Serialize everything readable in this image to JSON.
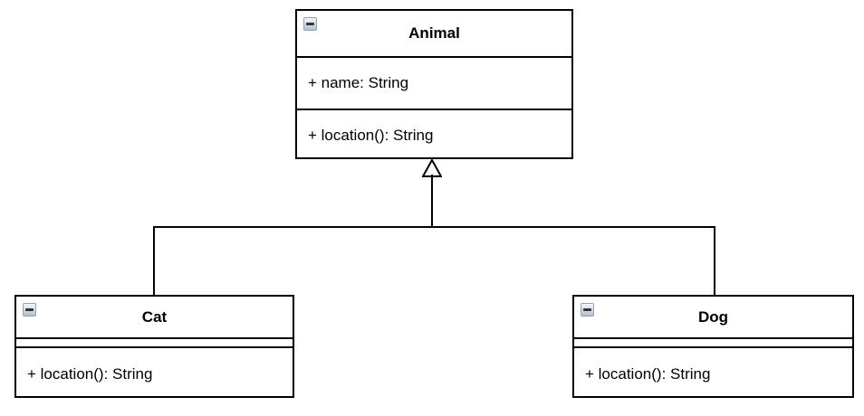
{
  "diagram": {
    "type": "uml-class-diagram",
    "classes": [
      {
        "name": "Animal",
        "attributes": [
          "+ name: String"
        ],
        "methods": [
          "+ location(): String"
        ]
      },
      {
        "name": "Cat",
        "attributes": [],
        "methods": [
          "+ location(): String"
        ]
      },
      {
        "name": "Dog",
        "attributes": [],
        "methods": [
          "+ location(): String"
        ]
      }
    ],
    "relationships": [
      {
        "type": "generalization",
        "from": "Cat",
        "to": "Animal",
        "marker": "hollow-triangle"
      },
      {
        "type": "generalization",
        "from": "Dog",
        "to": "Animal",
        "marker": "hollow-triangle"
      }
    ],
    "icons": {
      "collapse": "minus-icon",
      "inheritance_marker": "hollow-triangle-up-icon"
    },
    "colors": {
      "line": "#000000",
      "box_fill": "#ffffff",
      "text": "#000000",
      "canvas_bg": "#ffffff",
      "collapse_border": "#93a1b1",
      "collapse_bg_top": "#f4f7fa",
      "collapse_bg_bottom": "#b2c0d0",
      "collapse_glyph": "#333333"
    }
  }
}
